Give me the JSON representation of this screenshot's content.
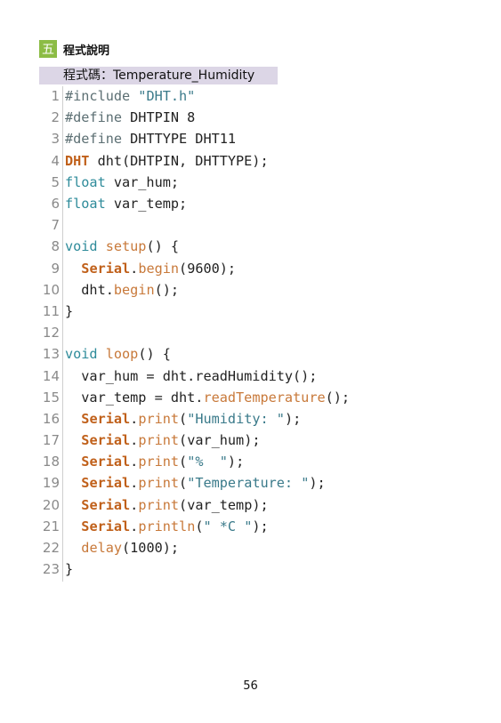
{
  "section": {
    "badge": "五",
    "title": "程式說明"
  },
  "caption": "程式碼：Temperature_Humidity",
  "code_lines": [
    {
      "num": "1",
      "tokens": [
        {
          "t": "#include ",
          "c": "preproc"
        },
        {
          "t": "\"DHT.h\"",
          "c": "str"
        }
      ]
    },
    {
      "num": "2",
      "tokens": [
        {
          "t": "#define ",
          "c": "preproc"
        },
        {
          "t": "DHTPIN 8",
          "c": "plain"
        }
      ]
    },
    {
      "num": "3",
      "tokens": [
        {
          "t": "#define ",
          "c": "preproc"
        },
        {
          "t": "DHTTYPE DHT11",
          "c": "plain"
        }
      ]
    },
    {
      "num": "4",
      "tokens": [
        {
          "t": "DHT",
          "c": "class"
        },
        {
          "t": " dht(DHTPIN, DHTTYPE);",
          "c": "plain"
        }
      ]
    },
    {
      "num": "5",
      "tokens": [
        {
          "t": "float",
          "c": "type"
        },
        {
          "t": " var_hum;",
          "c": "plain"
        }
      ]
    },
    {
      "num": "6",
      "tokens": [
        {
          "t": "float",
          "c": "type"
        },
        {
          "t": " var_temp;",
          "c": "plain"
        }
      ]
    },
    {
      "num": "7",
      "tokens": []
    },
    {
      "num": "8",
      "tokens": [
        {
          "t": "void",
          "c": "type"
        },
        {
          "t": " ",
          "c": "plain"
        },
        {
          "t": "setup",
          "c": "func"
        },
        {
          "t": "() {",
          "c": "plain"
        }
      ]
    },
    {
      "num": "9",
      "tokens": [
        {
          "t": "  ",
          "c": "plain"
        },
        {
          "t": "Serial",
          "c": "class"
        },
        {
          "t": ".",
          "c": "plain"
        },
        {
          "t": "begin",
          "c": "func"
        },
        {
          "t": "(9600);",
          "c": "plain"
        }
      ]
    },
    {
      "num": "10",
      "tokens": [
        {
          "t": "  dht.",
          "c": "plain"
        },
        {
          "t": "begin",
          "c": "func"
        },
        {
          "t": "();",
          "c": "plain"
        }
      ]
    },
    {
      "num": "11",
      "tokens": [
        {
          "t": "}",
          "c": "plain"
        }
      ]
    },
    {
      "num": "12",
      "tokens": []
    },
    {
      "num": "13",
      "tokens": [
        {
          "t": "void",
          "c": "type"
        },
        {
          "t": " ",
          "c": "plain"
        },
        {
          "t": "loop",
          "c": "func"
        },
        {
          "t": "() {",
          "c": "plain"
        }
      ]
    },
    {
      "num": "14",
      "tokens": [
        {
          "t": "  var_hum = dht.readHumidity();",
          "c": "plain"
        }
      ]
    },
    {
      "num": "15",
      "tokens": [
        {
          "t": "  var_temp = dht.",
          "c": "plain"
        },
        {
          "t": "readTemperature",
          "c": "func"
        },
        {
          "t": "();",
          "c": "plain"
        }
      ]
    },
    {
      "num": "16",
      "tokens": [
        {
          "t": "  ",
          "c": "plain"
        },
        {
          "t": "Serial",
          "c": "class"
        },
        {
          "t": ".",
          "c": "plain"
        },
        {
          "t": "print",
          "c": "func"
        },
        {
          "t": "(",
          "c": "plain"
        },
        {
          "t": "\"Humidity: \"",
          "c": "str"
        },
        {
          "t": ");",
          "c": "plain"
        }
      ]
    },
    {
      "num": "17",
      "tokens": [
        {
          "t": "  ",
          "c": "plain"
        },
        {
          "t": "Serial",
          "c": "class"
        },
        {
          "t": ".",
          "c": "plain"
        },
        {
          "t": "print",
          "c": "func"
        },
        {
          "t": "(var_hum);",
          "c": "plain"
        }
      ]
    },
    {
      "num": "18",
      "tokens": [
        {
          "t": "  ",
          "c": "plain"
        },
        {
          "t": "Serial",
          "c": "class"
        },
        {
          "t": ".",
          "c": "plain"
        },
        {
          "t": "print",
          "c": "func"
        },
        {
          "t": "(",
          "c": "plain"
        },
        {
          "t": "\"%  \"",
          "c": "str"
        },
        {
          "t": ");",
          "c": "plain"
        }
      ]
    },
    {
      "num": "19",
      "tokens": [
        {
          "t": "  ",
          "c": "plain"
        },
        {
          "t": "Serial",
          "c": "class"
        },
        {
          "t": ".",
          "c": "plain"
        },
        {
          "t": "print",
          "c": "func"
        },
        {
          "t": "(",
          "c": "plain"
        },
        {
          "t": "\"Temperature: \"",
          "c": "str"
        },
        {
          "t": ");",
          "c": "plain"
        }
      ]
    },
    {
      "num": "20",
      "tokens": [
        {
          "t": "  ",
          "c": "plain"
        },
        {
          "t": "Serial",
          "c": "class"
        },
        {
          "t": ".",
          "c": "plain"
        },
        {
          "t": "print",
          "c": "func"
        },
        {
          "t": "(var_temp);",
          "c": "plain"
        }
      ]
    },
    {
      "num": "21",
      "tokens": [
        {
          "t": "  ",
          "c": "plain"
        },
        {
          "t": "Serial",
          "c": "class"
        },
        {
          "t": ".",
          "c": "plain"
        },
        {
          "t": "println",
          "c": "func"
        },
        {
          "t": "(",
          "c": "plain"
        },
        {
          "t": "\" *C \"",
          "c": "str"
        },
        {
          "t": ");",
          "c": "plain"
        }
      ]
    },
    {
      "num": "22",
      "tokens": [
        {
          "t": "  ",
          "c": "plain"
        },
        {
          "t": "delay",
          "c": "func"
        },
        {
          "t": "(1000);",
          "c": "plain"
        }
      ]
    },
    {
      "num": "23",
      "tokens": [
        {
          "t": "}",
          "c": "plain"
        }
      ]
    }
  ],
  "page_number": "56",
  "colors": {
    "badge": "#8cbc45",
    "caption_bg": "#dcd6e6",
    "keyword_type": "#2e8b9a",
    "class_name": "#c0601a",
    "function": "#c8793a",
    "string": "#3a7a8a",
    "preprocessor": "#5c6f73"
  }
}
